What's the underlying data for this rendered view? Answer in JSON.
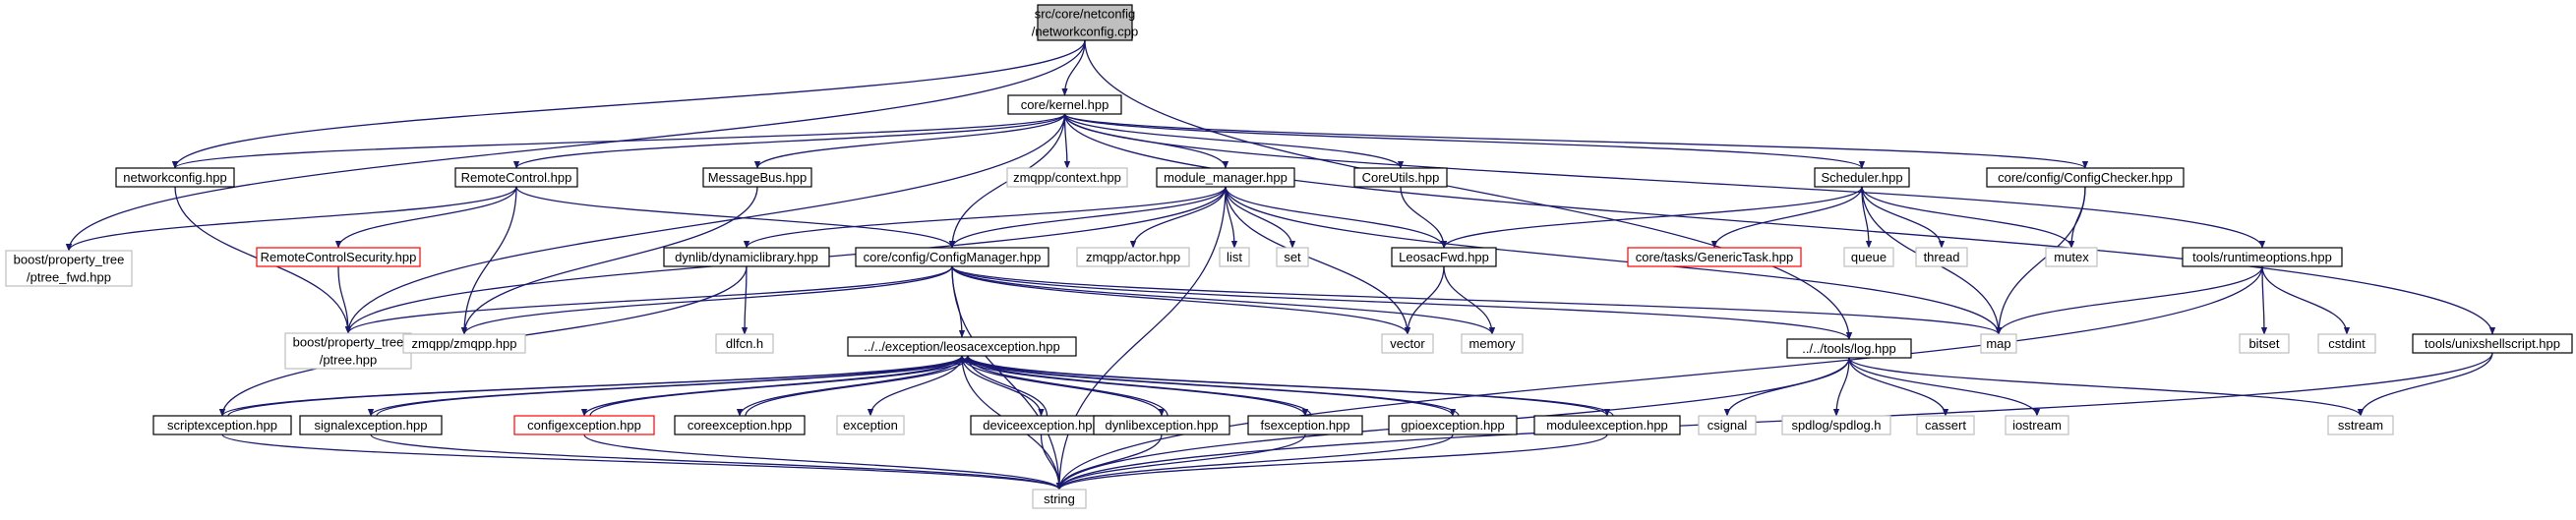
{
  "colors": {
    "edge": "#191970",
    "border_normal": "#000000",
    "border_red": "#ff0000",
    "border_gray": "#bfbfbf",
    "root_fill": "#bfbfbf",
    "text": "#000000"
  },
  "nodes": [
    {
      "id": "root",
      "lines": [
        "src/core/netconfig",
        "/networkconfig.cpp"
      ],
      "style": "root"
    },
    {
      "id": "kernel",
      "lines": [
        "core/kernel.hpp"
      ],
      "style": "normal"
    },
    {
      "id": "networkconfig_hpp",
      "lines": [
        "networkconfig.hpp"
      ],
      "style": "normal"
    },
    {
      "id": "ptree_fwd",
      "lines": [
        "boost/property_tree",
        "/ptree_fwd.hpp"
      ],
      "style": "gray"
    },
    {
      "id": "remotecontrol",
      "lines": [
        "RemoteControl.hpp"
      ],
      "style": "normal"
    },
    {
      "id": "messagebus",
      "lines": [
        "MessageBus.hpp"
      ],
      "style": "normal"
    },
    {
      "id": "zmqpp_context",
      "lines": [
        "zmqpp/context.hpp"
      ],
      "style": "gray"
    },
    {
      "id": "module_manager",
      "lines": [
        "module_manager.hpp"
      ],
      "style": "normal"
    },
    {
      "id": "coreutils",
      "lines": [
        "CoreUtils.hpp"
      ],
      "style": "normal"
    },
    {
      "id": "scheduler",
      "lines": [
        "Scheduler.hpp"
      ],
      "style": "normal"
    },
    {
      "id": "configchecker",
      "lines": [
        "core/config/ConfigChecker.hpp"
      ],
      "style": "normal"
    },
    {
      "id": "remotecontrolsecurity",
      "lines": [
        "RemoteControlSecurity.hpp"
      ],
      "style": "red"
    },
    {
      "id": "ptree",
      "lines": [
        "boost/property_tree",
        "/ptree.hpp"
      ],
      "style": "gray"
    },
    {
      "id": "dynamiclibrary",
      "lines": [
        "dynlib/dynamiclibrary.hpp"
      ],
      "style": "normal"
    },
    {
      "id": "configmanager",
      "lines": [
        "core/config/ConfigManager.hpp"
      ],
      "style": "normal"
    },
    {
      "id": "zmqpp_actor",
      "lines": [
        "zmqpp/actor.hpp"
      ],
      "style": "gray"
    },
    {
      "id": "list",
      "lines": [
        "list"
      ],
      "style": "gray"
    },
    {
      "id": "set",
      "lines": [
        "set"
      ],
      "style": "gray"
    },
    {
      "id": "leosacfwd",
      "lines": [
        "LeosacFwd.hpp"
      ],
      "style": "normal"
    },
    {
      "id": "generictask",
      "lines": [
        "core/tasks/GenericTask.hpp"
      ],
      "style": "red"
    },
    {
      "id": "queue",
      "lines": [
        "queue"
      ],
      "style": "gray"
    },
    {
      "id": "thread",
      "lines": [
        "thread"
      ],
      "style": "gray"
    },
    {
      "id": "mutex",
      "lines": [
        "mutex"
      ],
      "style": "gray"
    },
    {
      "id": "runtimeoptions",
      "lines": [
        "tools/runtimeoptions.hpp"
      ],
      "style": "normal"
    },
    {
      "id": "dlfcn",
      "lines": [
        "dlfcn.h"
      ],
      "style": "gray"
    },
    {
      "id": "zmqpp_zmqpp",
      "lines": [
        "zmqpp/zmqpp.hpp"
      ],
      "style": "gray"
    },
    {
      "id": "vector",
      "lines": [
        "vector"
      ],
      "style": "gray"
    },
    {
      "id": "memory",
      "lines": [
        "memory"
      ],
      "style": "gray"
    },
    {
      "id": "map",
      "lines": [
        "map"
      ],
      "style": "gray"
    },
    {
      "id": "bitset",
      "lines": [
        "bitset"
      ],
      "style": "gray"
    },
    {
      "id": "cstdint",
      "lines": [
        "cstdint"
      ],
      "style": "gray"
    },
    {
      "id": "unixshellscript",
      "lines": [
        "tools/unixshellscript.hpp"
      ],
      "style": "normal"
    },
    {
      "id": "leosacexception",
      "lines": [
        "../../exception/leosacexception.hpp"
      ],
      "style": "normal"
    },
    {
      "id": "log",
      "lines": [
        "../../tools/log.hpp"
      ],
      "style": "normal"
    },
    {
      "id": "scriptexception",
      "lines": [
        "scriptexception.hpp"
      ],
      "style": "normal"
    },
    {
      "id": "signalexception",
      "lines": [
        "signalexception.hpp"
      ],
      "style": "normal"
    },
    {
      "id": "configexception",
      "lines": [
        "configexception.hpp"
      ],
      "style": "red"
    },
    {
      "id": "coreexception",
      "lines": [
        "coreexception.hpp"
      ],
      "style": "normal"
    },
    {
      "id": "exception",
      "lines": [
        "exception"
      ],
      "style": "gray"
    },
    {
      "id": "deviceexception",
      "lines": [
        "deviceexception.hpp"
      ],
      "style": "normal"
    },
    {
      "id": "dynlibexception",
      "lines": [
        "dynlibexception.hpp"
      ],
      "style": "normal"
    },
    {
      "id": "fsexception",
      "lines": [
        "fsexception.hpp"
      ],
      "style": "normal"
    },
    {
      "id": "gpioexception",
      "lines": [
        "gpioexception.hpp"
      ],
      "style": "normal"
    },
    {
      "id": "moduleexception",
      "lines": [
        "moduleexception.hpp"
      ],
      "style": "normal"
    },
    {
      "id": "csignal",
      "lines": [
        "csignal"
      ],
      "style": "gray"
    },
    {
      "id": "spdlog",
      "lines": [
        "spdlog/spdlog.h"
      ],
      "style": "gray"
    },
    {
      "id": "cassert",
      "lines": [
        "cassert"
      ],
      "style": "gray"
    },
    {
      "id": "iostream",
      "lines": [
        "iostream"
      ],
      "style": "gray"
    },
    {
      "id": "sstream",
      "lines": [
        "sstream"
      ],
      "style": "gray"
    },
    {
      "id": "string",
      "lines": [
        "string"
      ],
      "style": "gray"
    }
  ],
  "edges": [
    [
      "root",
      "kernel"
    ],
    [
      "root",
      "networkconfig_hpp"
    ],
    [
      "root",
      "ptree_fwd"
    ],
    [
      "root",
      "log"
    ],
    [
      "kernel",
      "networkconfig_hpp"
    ],
    [
      "kernel",
      "remotecontrol"
    ],
    [
      "kernel",
      "messagebus"
    ],
    [
      "kernel",
      "zmqpp_context"
    ],
    [
      "kernel",
      "module_manager"
    ],
    [
      "kernel",
      "coreutils"
    ],
    [
      "kernel",
      "scheduler"
    ],
    [
      "kernel",
      "configchecker"
    ],
    [
      "kernel",
      "runtimeoptions"
    ],
    [
      "kernel",
      "unixshellscript"
    ],
    [
      "kernel",
      "configmanager"
    ],
    [
      "kernel",
      "ptree"
    ],
    [
      "networkconfig_hpp",
      "ptree"
    ],
    [
      "remotecontrol",
      "ptree_fwd"
    ],
    [
      "remotecontrol",
      "remotecontrolsecurity"
    ],
    [
      "remotecontrol",
      "configmanager"
    ],
    [
      "remotecontrol",
      "zmqpp_zmqpp"
    ],
    [
      "messagebus",
      "zmqpp_zmqpp"
    ],
    [
      "module_manager",
      "dynamiclibrary"
    ],
    [
      "module_manager",
      "configmanager"
    ],
    [
      "module_manager",
      "zmqpp_actor"
    ],
    [
      "module_manager",
      "list"
    ],
    [
      "module_manager",
      "set"
    ],
    [
      "module_manager",
      "leosacfwd"
    ],
    [
      "module_manager",
      "vector"
    ],
    [
      "module_manager",
      "map"
    ],
    [
      "module_manager",
      "ptree"
    ],
    [
      "module_manager",
      "string"
    ],
    [
      "coreutils",
      "leosacfwd"
    ],
    [
      "scheduler",
      "leosacfwd"
    ],
    [
      "scheduler",
      "generictask"
    ],
    [
      "scheduler",
      "queue"
    ],
    [
      "scheduler",
      "thread"
    ],
    [
      "scheduler",
      "mutex"
    ],
    [
      "scheduler",
      "map"
    ],
    [
      "configchecker",
      "mutex"
    ],
    [
      "configchecker",
      "map"
    ],
    [
      "remotecontrolsecurity",
      "ptree"
    ],
    [
      "dynamiclibrary",
      "dlfcn"
    ],
    [
      "dynamiclibrary",
      "scriptexception"
    ],
    [
      "configmanager",
      "ptree"
    ],
    [
      "configmanager",
      "zmqpp_zmqpp"
    ],
    [
      "configmanager",
      "leosacexception"
    ],
    [
      "configmanager",
      "vector"
    ],
    [
      "configmanager",
      "memory"
    ],
    [
      "configmanager",
      "map"
    ],
    [
      "configmanager",
      "log"
    ],
    [
      "configmanager",
      "string"
    ],
    [
      "leosacfwd",
      "vector"
    ],
    [
      "leosacfwd",
      "memory"
    ],
    [
      "runtimeoptions",
      "map"
    ],
    [
      "runtimeoptions",
      "bitset"
    ],
    [
      "runtimeoptions",
      "cstdint"
    ],
    [
      "runtimeoptions",
      "string"
    ],
    [
      "unixshellscript",
      "sstream"
    ],
    [
      "unixshellscript",
      "string"
    ],
    [
      "leosacexception",
      "scriptexception"
    ],
    [
      "leosacexception",
      "signalexception"
    ],
    [
      "leosacexception",
      "configexception"
    ],
    [
      "leosacexception",
      "coreexception"
    ],
    [
      "leosacexception",
      "exception"
    ],
    [
      "leosacexception",
      "deviceexception"
    ],
    [
      "leosacexception",
      "dynlibexception"
    ],
    [
      "leosacexception",
      "fsexception"
    ],
    [
      "leosacexception",
      "gpioexception"
    ],
    [
      "leosacexception",
      "moduleexception"
    ],
    [
      "leosacexception",
      "string"
    ],
    [
      "scriptexception",
      "leosacexception"
    ],
    [
      "signalexception",
      "leosacexception"
    ],
    [
      "configexception",
      "leosacexception"
    ],
    [
      "coreexception",
      "leosacexception"
    ],
    [
      "deviceexception",
      "leosacexception"
    ],
    [
      "dynlibexception",
      "leosacexception"
    ],
    [
      "fsexception",
      "leosacexception"
    ],
    [
      "gpioexception",
      "leosacexception"
    ],
    [
      "moduleexception",
      "leosacexception"
    ],
    [
      "scriptexception",
      "string"
    ],
    [
      "signalexception",
      "string"
    ],
    [
      "configexception",
      "string"
    ],
    [
      "deviceexception",
      "string"
    ],
    [
      "dynlibexception",
      "string"
    ],
    [
      "fsexception",
      "string"
    ],
    [
      "gpioexception",
      "string"
    ],
    [
      "moduleexception",
      "string"
    ],
    [
      "log",
      "csignal"
    ],
    [
      "log",
      "spdlog"
    ],
    [
      "log",
      "cassert"
    ],
    [
      "log",
      "iostream"
    ],
    [
      "log",
      "sstream"
    ],
    [
      "log",
      "string"
    ]
  ]
}
